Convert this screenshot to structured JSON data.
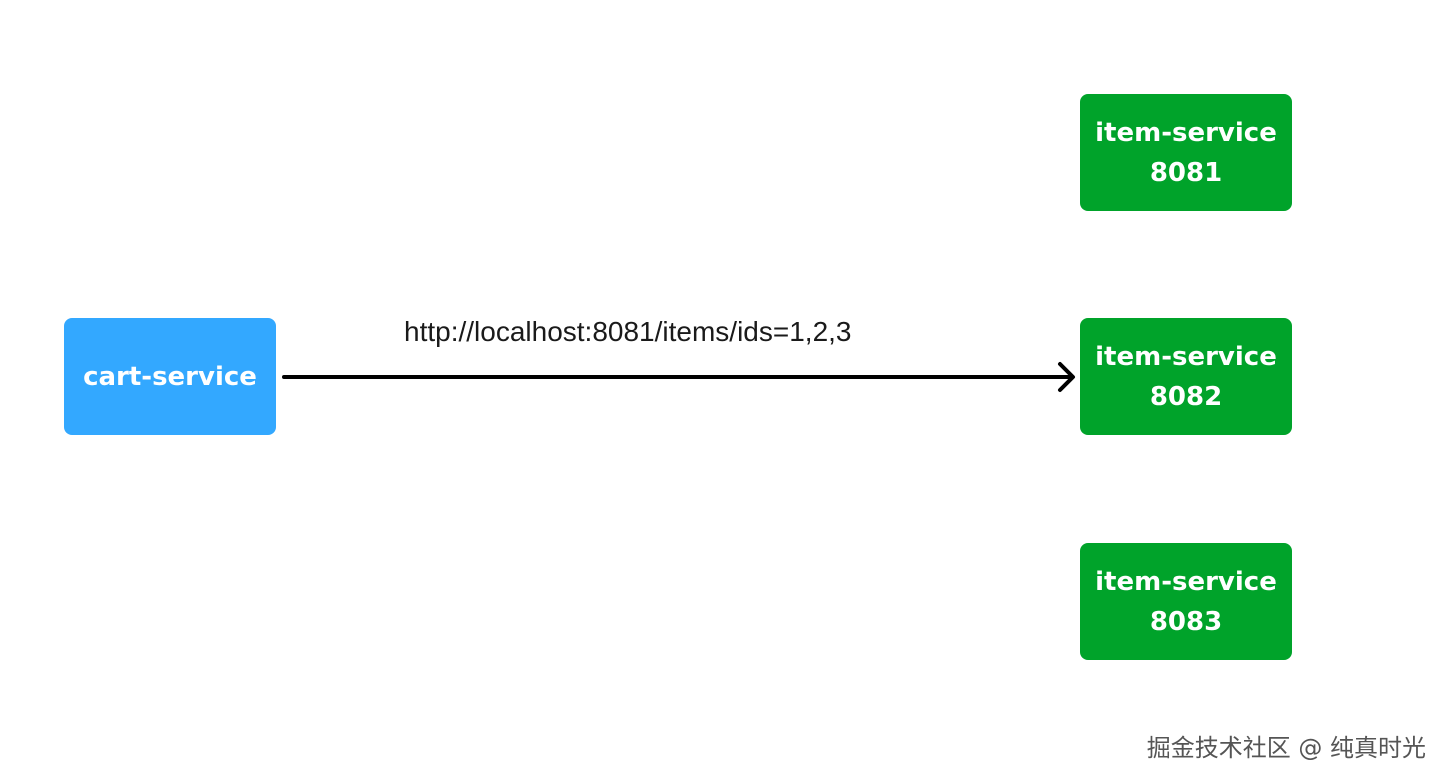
{
  "colors": {
    "client_node": "#33a8ff",
    "service_node": "#00a32a",
    "arrow": "#000000"
  },
  "diagram": {
    "client": {
      "name": "cart-service"
    },
    "services": [
      {
        "name": "item-service",
        "port": "8081"
      },
      {
        "name": "item-service",
        "port": "8082"
      },
      {
        "name": "item-service",
        "port": "8083"
      }
    ],
    "edge": {
      "label": "http://localhost:8081/items/ids=1,2,3"
    }
  },
  "watermark": "掘金技术社区 @ 纯真时光"
}
